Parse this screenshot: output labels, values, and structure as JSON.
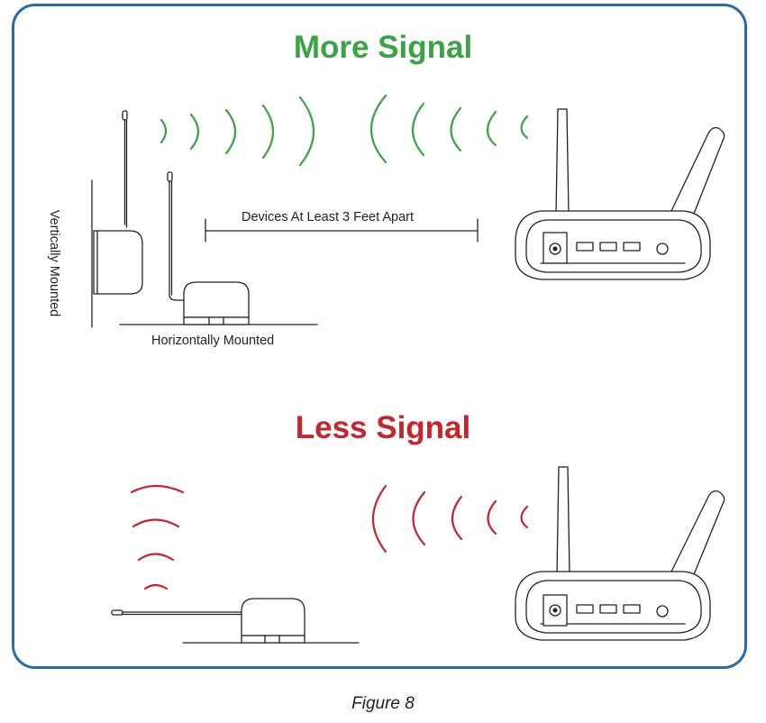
{
  "titles": {
    "more_signal": "More Signal",
    "less_signal": "Less Signal"
  },
  "labels": {
    "devices_apart": "Devices At Least 3 Feet Apart",
    "horizontally_mounted": "Horizontally Mounted",
    "vertically_mounted": "Vertically Mounted"
  },
  "caption": "Figure 8",
  "colors": {
    "border": "#2b6aa6",
    "more_signal": "#3aa345",
    "less_signal": "#c7252d",
    "line": "#222222"
  },
  "icons": {
    "sensor": "wireless-sensor-icon",
    "gateway": "wireless-gateway-router-icon",
    "wave": "signal-wave-icon"
  }
}
